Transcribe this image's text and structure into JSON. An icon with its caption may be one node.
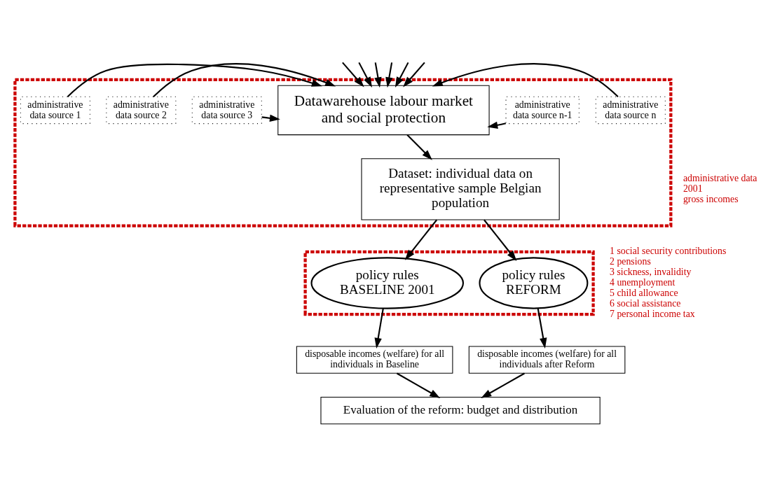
{
  "diagram": {
    "nodes": [
      {
        "text": [],
        "shape": "box"
      },
      {
        "text": [
          "administrative data source 3"
        ],
        "in": 0
      },
      {
        "text": [
          "administrative data source 2"
        ],
        "in": 0
      },
      {
        "text": [
          "administrative data source 1"
        ],
        "in": 0
      },
      {
        "text": [
          "Datawarehouse labour market and social protection"
        ],
        "in": 0
      },
      {
        "text": [
          "administrative data source n-1"
        ],
        "in": 0
      },
      {
        "text": [
          "administrative data source n"
        ],
        "in": 0
      },
      {
        "text": [
          "Dataset: individual data on representative sample Belgian population"
        ],
        "in": 0
      },
      {
        "text": [],
        "shape": "box"
      },
      {
        "text": [
          "policy rules",
          "BASELINE 2001"
        ],
        "in": 8
      },
      {
        "text": [
          "policy rules",
          "REFORM"
        ],
        "in": 8
      },
      {
        "text": [
          "disposable incomes (welfare) for all individuals in Baseline"
        ]
      },
      {
        "text": [
          "disposable incomes (welfare) for all individuals after Reform"
        ]
      },
      {
        "text": [
          "Evaluation of the reform: budget and distribution"
        ]
      }
    ],
    "edges": [
      {
        "from": 1,
        "to": 4,
        "arrow": "to"
      },
      {
        "from": null,
        "to": 4,
        "arrow": "to"
      },
      {
        "from": null,
        "to": 4,
        "arrow": "to"
      },
      {
        "from": null,
        "to": 4,
        "arrow": "to"
      },
      {
        "from": null,
        "to": 4,
        "arrow": "to"
      },
      {
        "from": null,
        "to": 4,
        "arrow": "to"
      },
      {
        "from": null,
        "to": 4,
        "arrow": "to"
      },
      {
        "from": 2,
        "to": 4,
        "arrow": "to"
      },
      {
        "from": 3,
        "to": 4,
        "arrow": "to"
      },
      {
        "from": 5,
        "to": 4,
        "arrow": "to"
      },
      {
        "from": 6,
        "to": 4,
        "arrow": "to"
      },
      {
        "from": 4,
        "to": 7,
        "arrow": "to"
      },
      {
        "from": 7,
        "to": 9,
        "arrow": "to"
      },
      {
        "from": 7,
        "to": 10,
        "arrow": "to"
      },
      {
        "from": 9,
        "to": 11,
        "arrow": "to"
      },
      {
        "from": 10,
        "to": 12,
        "arrow": "to"
      },
      {
        "from": 11,
        "to": 13,
        "arrow": "to"
      },
      {
        "from": 12,
        "to": 13,
        "arrow": "to"
      }
    ],
    "labels": [
      "administrative data",
      "2001",
      "gross incomes",
      "1 social security contributions",
      "2 pensions",
      "3 sickness, invalidity",
      "4 unemployment",
      "5 child allowance",
      "6 social assistance",
      "7 personal income tax"
    ]
  }
}
